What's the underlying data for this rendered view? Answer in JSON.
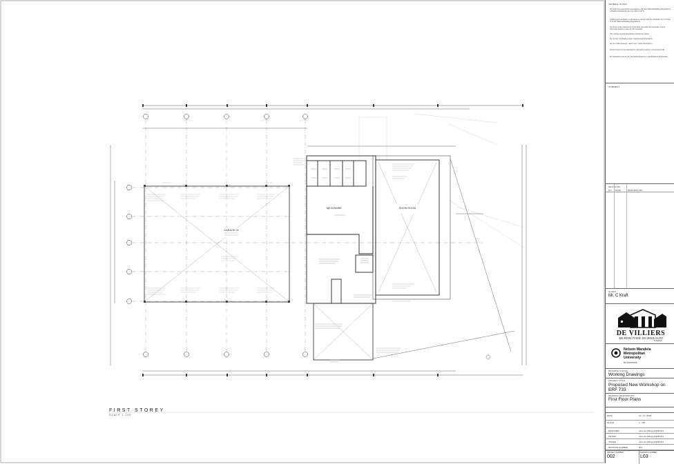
{
  "drawing": {
    "storey_title": "FIRST STOREY",
    "scale_note": "SCALE 1:100",
    "rooms": {
      "garage": "GARAGE 01",
      "mezzanine": "MEZZANINE",
      "show_room": "SHOW ROOM"
    }
  },
  "title_block": {
    "general_notes_heading": "GENERAL NOTES",
    "notes": [
      "All work to be executed in accordance with the National Building Regulations & Building Standards (Act, Act 103 of 1977).",
      "Lighting and ventilation to all areas to comply with the schedule 4 to 6 of Part O of the National Building Regulations.",
      "All circuit to be protected and plumbed internally and externally unless otherwise stated on plan by the specialist.",
      "Site setting out and boundaries strictly from sheet.",
      "Do not rely on drawing scale, read figured dimensions.",
      "Do not scale drawings; rather use / check dimensions.",
      "All dimensions to be checked on site before work is commenced with.",
      "All steelwork to be as per Structural Engineer's specifications and details."
    ],
    "comment_heading": "COMMENT",
    "revisions_heading": "REVISIONS",
    "revision_cols": [
      "NO",
      "DATE",
      "DESCRIPTION"
    ],
    "client_heading": "CLIENT",
    "client_name": "Mr. C Kraft",
    "firm_name": "DE VILLIERS",
    "firm_sub": "ARCHITECTURAL TECHNOLOGIST",
    "firm_tag": "& DESIGN",
    "university_line1": "Nelson Mandela",
    "university_line2": "Metropolitan",
    "university_line3": "University",
    "university_tagline": "for tomorrow",
    "drawing_status_heading": "DRAWING STATUS",
    "drawing_status": "Working Drawings",
    "project_title_heading": "PROJECT TITLE",
    "project_title": "Proposed New Workshop on ERF 733",
    "drawing_description_heading": "DRAWING DESCRIPTION",
    "drawing_description": "First Floor Plans",
    "meta_rows": [
      {
        "label": "DESIGNER",
        "value": "Jean de Villiers 216052413"
      },
      {
        "label": "DRAWN",
        "value": "Jean de Villiers 216052413"
      },
      {
        "label": "ISSUED",
        "value": "Jean de Villiers 216052413"
      },
      {
        "label": "REVISION NUMBER",
        "value": "R01"
      }
    ],
    "date_label": "DATE",
    "date_value": "01 / 11 / 2018",
    "scale_label": "SCALE",
    "scale_value": "1 : 100",
    "project_number_heading": "PROJECT NUMBER",
    "project_number": "002",
    "drawing_number_heading": "DRAWING NUMBER",
    "drawing_number": "L03"
  },
  "colors": {
    "line": "#222222",
    "light_line": "#999999",
    "faint": "#cfcfcf"
  }
}
